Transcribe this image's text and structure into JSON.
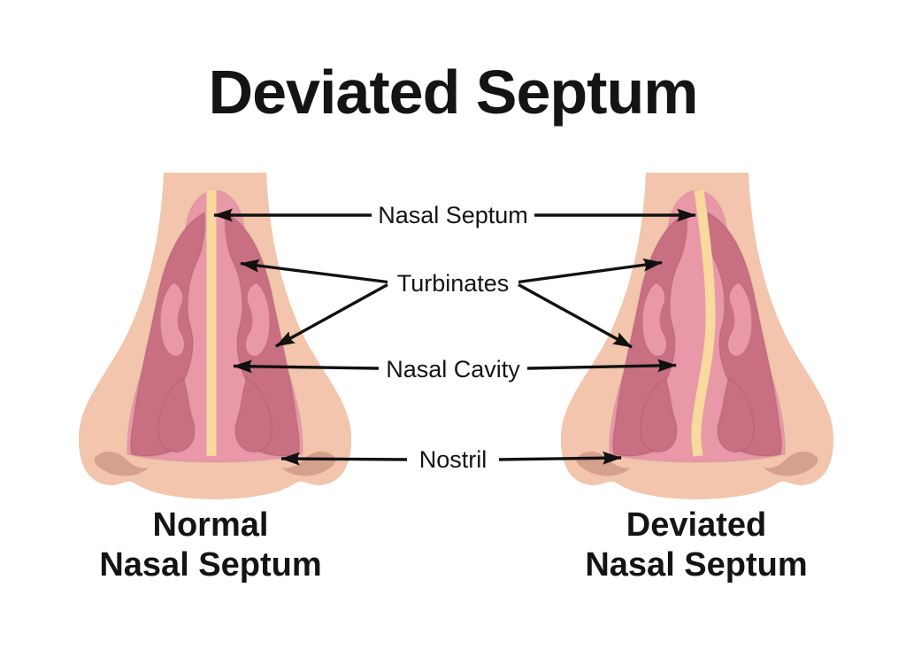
{
  "title": "Deviated Septum",
  "labels": {
    "nasal_septum": "Nasal Septum",
    "turbinates": "Turbinates",
    "nasal_cavity": "Nasal Cavity",
    "nostril": "Nostril"
  },
  "captions": {
    "normal": {
      "line1": "Normal",
      "line2": "Nasal Septum"
    },
    "deviated": {
      "line1": "Deviated",
      "line2": "Nasal Septum"
    }
  },
  "colors": {
    "background": "#FFFFFF",
    "text": "#141414",
    "arrow": "#111111",
    "skin": "#F2C5AC",
    "nostril_shadow": "#D5A08C",
    "cavity": "#E998A8",
    "turbinate": "#C96F82",
    "septum": "#F8D99E"
  }
}
